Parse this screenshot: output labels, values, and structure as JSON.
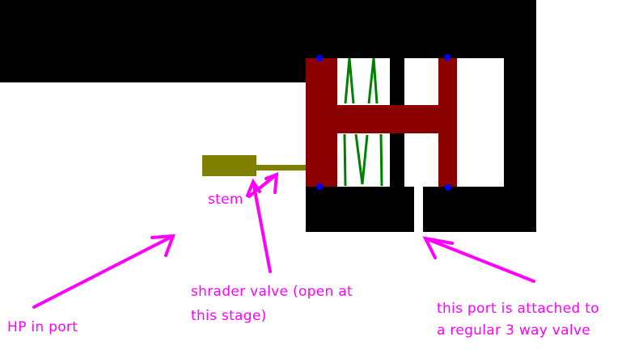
{
  "diagram": {
    "description": "hand-drawn cross-section of a schrader valve mechanism",
    "annotations": {
      "stem": "stem",
      "hp_port": "HP in port",
      "shrader_valve_line1": "shrader valve (open at",
      "shrader_valve_line2": "this stage)",
      "three_way_line1": "this port is attached to",
      "three_way_line2": "a regular 3 way valve"
    },
    "colors": {
      "background": "#ffffff",
      "body": "#000000",
      "channel": "#ffffff",
      "piston": "#8b0000",
      "stem": "#808000",
      "spring": "#008000",
      "dot": "#0000ff",
      "note": "#ff00ff"
    }
  }
}
